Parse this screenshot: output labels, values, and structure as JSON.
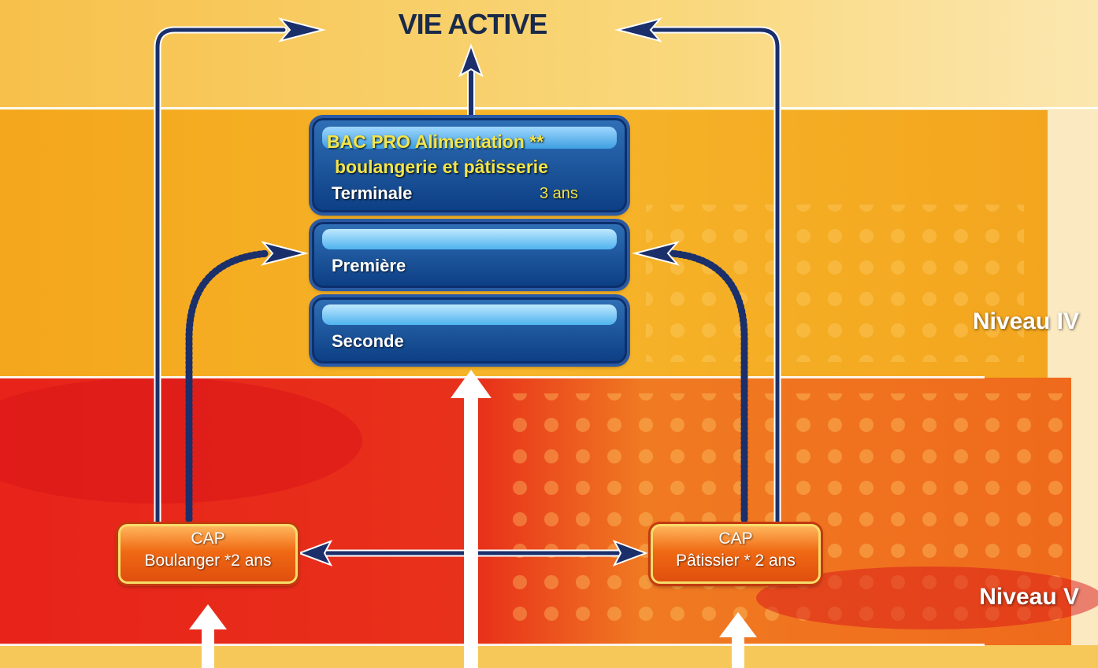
{
  "title": "VIE ACTIVE",
  "bac_pro": {
    "line1": "BAC PRO Alimentation **",
    "line2": "boulangerie et pâtisserie",
    "line3": "Terminale",
    "duration": "3 ans"
  },
  "premiere": "Première",
  "seconde": "Seconde",
  "cap_boulanger": {
    "line1": "CAP",
    "line2": "Boulanger *2 ans"
  },
  "cap_patissier": {
    "line1": "CAP",
    "line2": "Pâtissier *  2 ans"
  },
  "niveau_iv": "Niveau IV",
  "niveau_v": "Niveau V",
  "colors": {
    "arrow_navy": "#1b2f6a",
    "box_blue": "#0d3f85",
    "box_orange": "#f06a14",
    "bac_text_yellow": "#f3e54a"
  }
}
